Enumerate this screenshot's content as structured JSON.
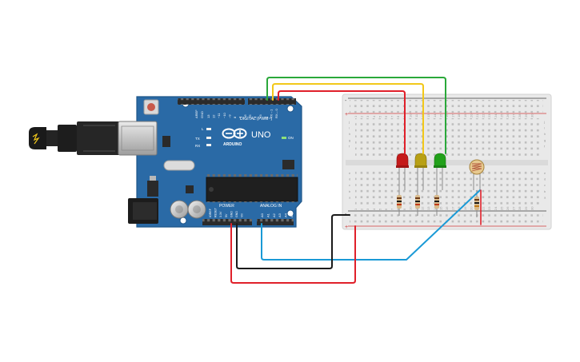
{
  "board": {
    "brand": "ARDUINO",
    "model": "UNO",
    "digital_header": "DIGITAL (PWM~)",
    "power_header": "POWER",
    "analog_header": "ANALOG IN",
    "on_label": "ON",
    "tx_label": "TX",
    "rx_label": "RX",
    "l_label": "L",
    "aref_label": "AREF",
    "gnd_label": "GND",
    "digital_pins": [
      "13",
      "12",
      "~11",
      "~10",
      "~9",
      "8",
      "7",
      "~6",
      "~5",
      "4",
      "~3",
      "2",
      "TX→1",
      "RX←0"
    ],
    "power_pins": [
      "IOREF",
      "RESET",
      "3.3V",
      "5V",
      "GND",
      "GND",
      "Vin"
    ],
    "analog_pins": [
      "A0",
      "A1",
      "A2",
      "A3",
      "A4",
      "A5"
    ],
    "colors": {
      "pcb": "#2a6aa6",
      "pcb_edge": "#1f5689",
      "header": "#2b2b2b"
    }
  },
  "breadboard": {
    "row_letters_top": [
      "j",
      "i",
      "h",
      "g",
      "f"
    ],
    "row_letters_bottom": [
      "e",
      "d",
      "c",
      "b",
      "a"
    ],
    "rail_plus": "+",
    "rail_minus": "-",
    "column_numbers": [
      "1",
      "2",
      "3",
      "4",
      "5",
      "6",
      "7",
      "8",
      "9",
      "10",
      "11",
      "12",
      "13",
      "14",
      "15",
      "16",
      "17",
      "18",
      "19",
      "20",
      "21",
      "22",
      "23",
      "24",
      "25",
      "26",
      "27",
      "28",
      "29",
      "30"
    ]
  },
  "components": {
    "leds": [
      {
        "color": "#c41a1a"
      },
      {
        "color": "#b8a014"
      },
      {
        "color": "#22a11a"
      }
    ]
  },
  "wires": {
    "colors": {
      "red": "#e0202a",
      "yellow": "#f2c81a",
      "green": "#2aa83a",
      "black": "#1a1a1a",
      "blue": "#1a9ad6"
    }
  }
}
